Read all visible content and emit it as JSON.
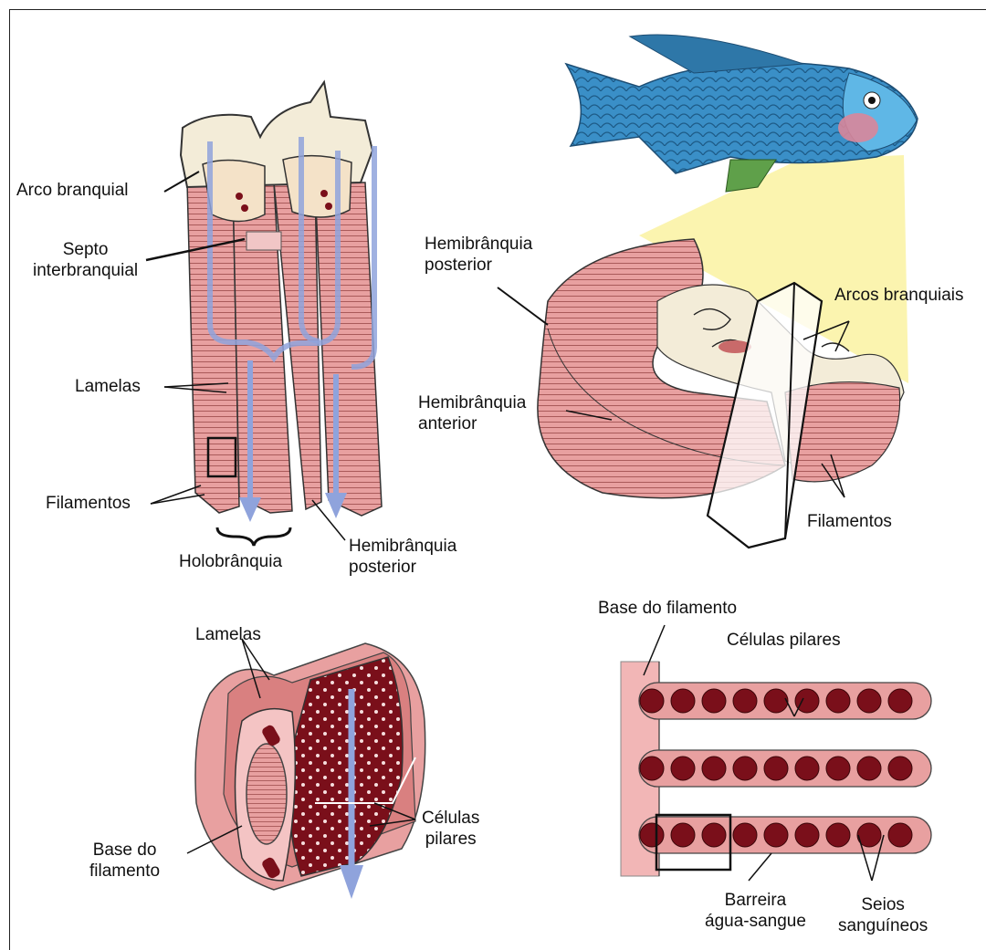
{
  "labels": {
    "arco_branquial": "Arco branquial",
    "septo": "Septo\ninterbranquial",
    "lamelas_top": "Lamelas",
    "filamentos_left": "Filamentos",
    "holobranquia": "Holobrânquia",
    "hemibranquia_posterior_bottom": "Hemibrânquia\nposterior",
    "hemibranquia_posterior_right": "Hemibrânquia\nposterior",
    "arcos_branquiais": "Arcos branquiais",
    "hemibranquia_anterior": "Hemibrânquia\nanterior",
    "filamentos_right": "Filamentos",
    "lamelas_bottom": "Lamelas",
    "base_filamento_left": "Base do\nfilamento",
    "celulas_pilares_left": "Células\npilares",
    "base_filamento_right": "Base do filamento",
    "celulas_pilares_right": "Células pilares",
    "barreira": "Barreira\nágua-sangue",
    "seios": "Seios\nsanguíneos"
  },
  "colors": {
    "gill_pink": "#e8a0a0",
    "gill_dark": "#c96a6a",
    "blood": "#7a0f1a",
    "flow_arrow": "#8fa3dc",
    "bone": "#f3ecd8",
    "fish_blue": "#3a8fc7",
    "light_cone": "#fbf3a6"
  }
}
